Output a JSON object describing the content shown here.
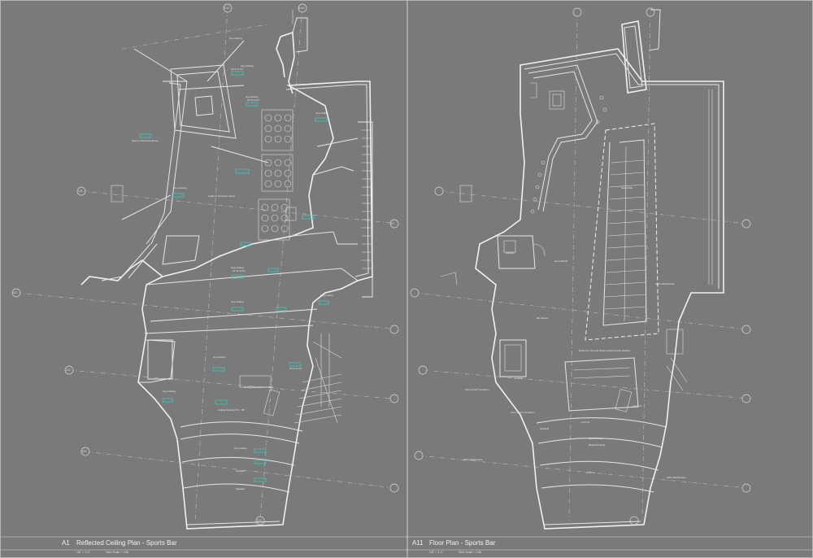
{
  "sheet": {
    "background": "#7a7a7a",
    "line_color": "#e6e6e6",
    "annotation_color": "#2fd4c6"
  },
  "left_plan": {
    "id": "A1",
    "title": "Reflected Ceiling Plan - Sports Bar",
    "scale": "1/8\" = 1'-0\"",
    "scale_note": "View Scale = 1:96",
    "grid_labels": [
      "3-A1",
      "3-A2",
      "3-B",
      "3-C",
      "3-D",
      "3-E",
      "3-F",
      "3-G"
    ],
    "room_labels": [
      "Gyp Ceiling",
      "Gyp Ceiling",
      "Gyp Ceiling",
      "Gyp Ceiling",
      "Gyp Ceiling",
      "Gyp Ceiling",
      "Gyp Ceiling",
      "Gyp Ceiling",
      "Gyp Ceiling",
      "Gyp Ceiling",
      "Gyp Ceiling"
    ],
    "notes": [
      "Cable to Structure Above",
      "Ceiling Mounted TV - 85\"",
      "Ceiling Mounted TV = 16W",
      "Open to Structure Above"
    ],
    "tags": [
      "10'-0\" A.F.F.",
      "10'-0\" A.F.F.",
      "10'-0\" A.F.F.",
      "10'-0\" A.F.F.",
      "Speaker",
      "Speaker"
    ]
  },
  "right_plan": {
    "id": "A11",
    "title": "Floor Plan - Sports Bar",
    "scale": "1/8\" = 1'-0\"",
    "scale_note": "View Scale = 1:96",
    "room_labels": [
      "Sports Bar",
      "Storage",
      "Event Booth",
      "Raised Booth",
      "Raised Seating",
      "Bar Stools"
    ],
    "notes": [
      "Floor Finish Transition",
      "GRG Wall Panels",
      "GRG Wall Panels",
      "GRG Wall Panels",
      "Floor Finish Transition",
      "Handrail",
      "Restroom Framed Glass Folding Panel Partition"
    ],
    "levels": [
      "+0'-0\" FL",
      "+0'-0\" FL",
      "+0'-6\" FL",
      "+1'-0\" FL"
    ]
  }
}
